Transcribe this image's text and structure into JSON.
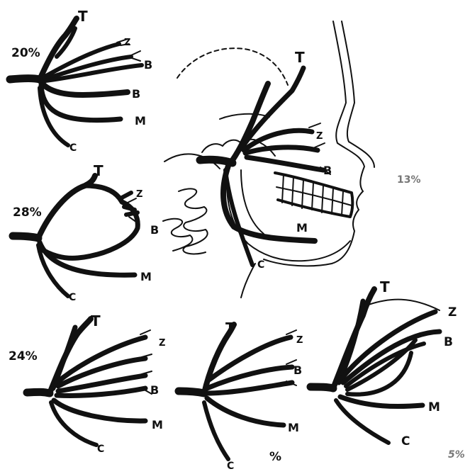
{
  "figure": {
    "percentages": {
      "type1": "20%",
      "type2": "28%",
      "type3": "24%",
      "type4": "%",
      "type5": "5%",
      "head": "13%"
    },
    "branch_labels": {
      "temporal": "T",
      "zygomatic": "Z",
      "buccal": "B",
      "marginal_mandibular": "M",
      "cervical": "C"
    }
  }
}
